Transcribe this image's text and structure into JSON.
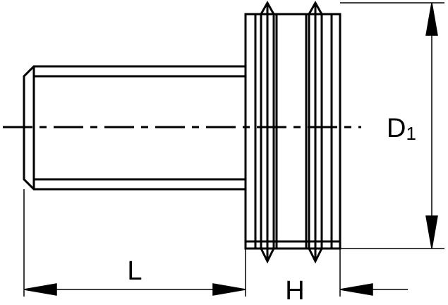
{
  "labels": {
    "length": "L",
    "height": "H",
    "diameter": "D",
    "diameter_subscript": "1"
  },
  "colors": {
    "stroke": "#000000",
    "background": "#ffffff"
  }
}
